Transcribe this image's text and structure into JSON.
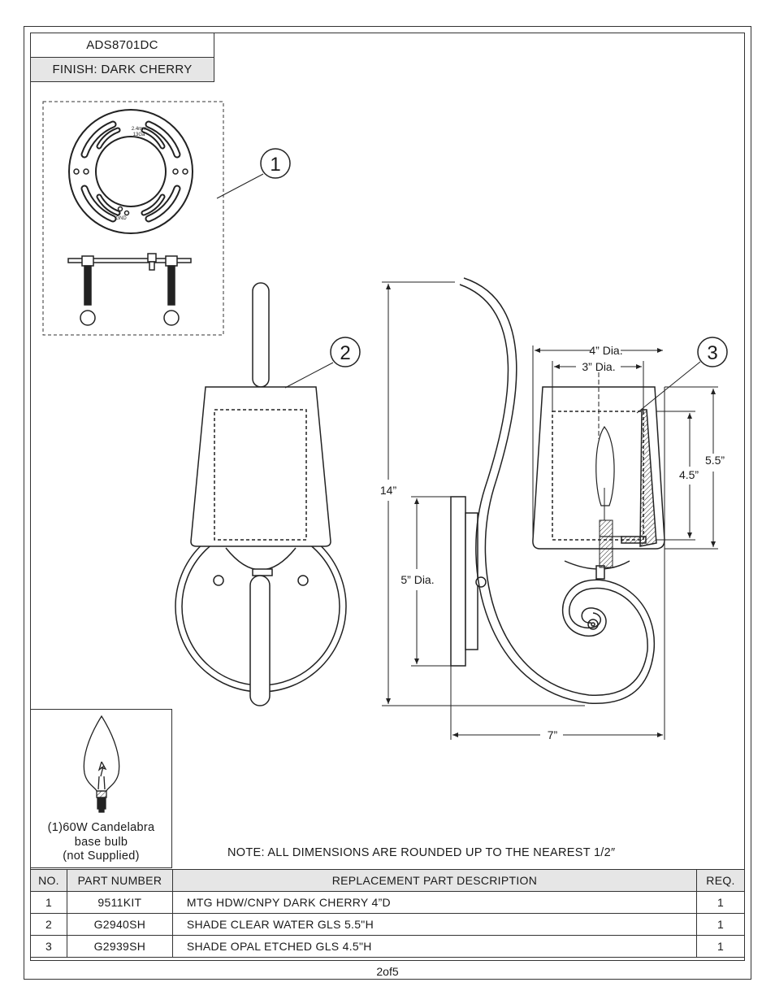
{
  "header": {
    "model": "ADS8701DC",
    "finish": "FINISH: DARK CHERRY"
  },
  "callouts": [
    "1",
    "2",
    "3"
  ],
  "bracket_labels": {
    "gauge_line1": "2.4mm",
    "gauge_line2": "13Ga",
    "ground": "GND"
  },
  "dimensions": {
    "height_total": "14”",
    "backplate_dia": "5” Dia.",
    "extension": "7”",
    "shade_outer_dia": "4” Dia.",
    "shade_inner_dia": "3” Dia.",
    "shade_outer_height": "5.5”",
    "shade_inner_height": "4.5”"
  },
  "bulb": {
    "line1": "(1)60W Candelabra",
    "line2": "base bulb",
    "line3": "(not Supplied)"
  },
  "note": "NOTE:  ALL DIMENSIONS ARE ROUNDED UP TO THE NEAREST  1/2″",
  "table": {
    "headers": [
      "NO.",
      "PART NUMBER",
      "REPLACEMENT PART DESCRIPTION",
      "REQ."
    ],
    "rows": [
      {
        "no": "1",
        "part": "9511KIT",
        "desc": "MTG HDW/CNPY DARK CHERRY 4”D",
        "req": "1"
      },
      {
        "no": "2",
        "part": "G2940SH",
        "desc": "SHADE CLEAR WATER GLS 5.5\"H",
        "req": "1"
      },
      {
        "no": "3",
        "part": "G2939SH",
        "desc": "SHADE OPAL ETCHED GLS 4.5\"H",
        "req": "1"
      }
    ]
  },
  "page": "2of5"
}
